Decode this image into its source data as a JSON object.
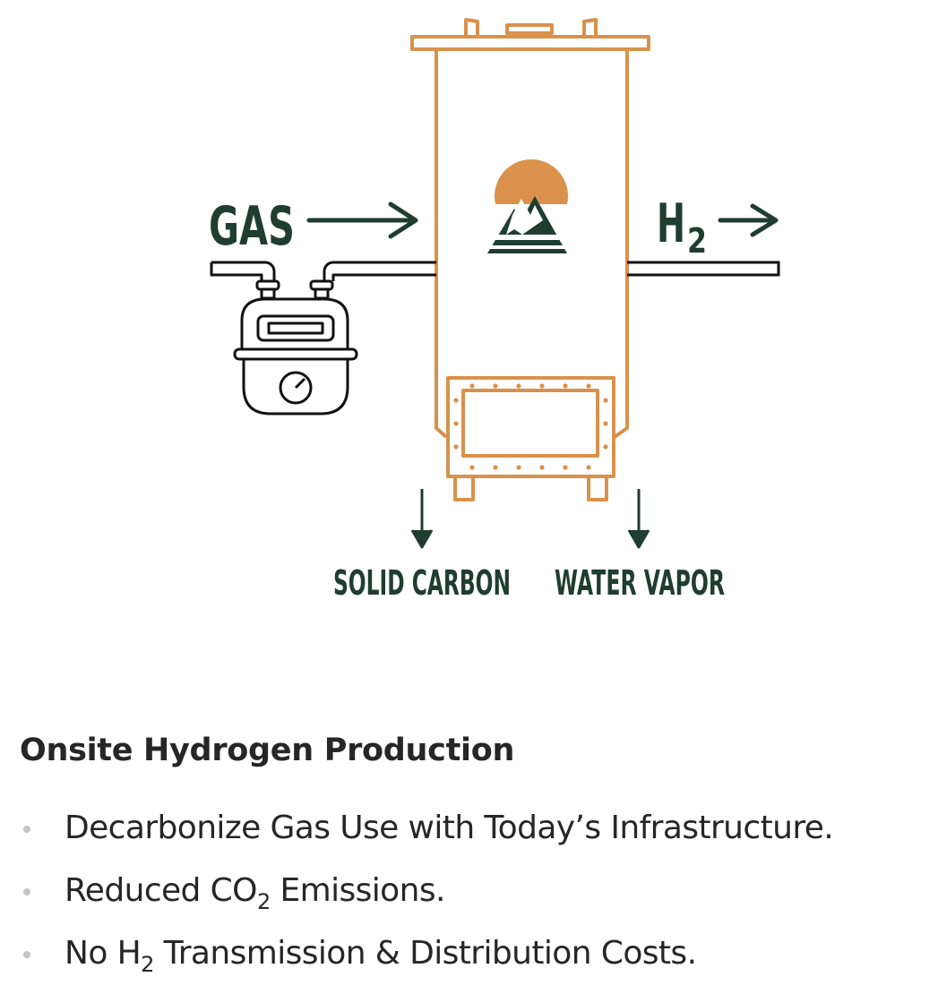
{
  "diagram": {
    "input_label": "GAS",
    "output_label": "H",
    "output_subscript": "2",
    "carbon_label": "SOLID CARBON",
    "vapor_label": "WATER VAPOR",
    "colors": {
      "reactor": "#d9914b",
      "dark_green": "#1f3d31",
      "line": "#111111",
      "sun": "#d9914b"
    },
    "icons": [
      "gas-meter-icon",
      "reactor-icon",
      "mountain-sun-logo-icon",
      "arrow-right-icon",
      "arrow-down-icon"
    ]
  },
  "info": {
    "title": "Onsite Hydrogen Production",
    "bullets": [
      {
        "text": "Decarbonize Gas Use with Today’s Infrastructure."
      },
      {
        "pre": "Reduced CO",
        "sub": "2",
        "post": " Emissions."
      },
      {
        "pre": "No H",
        "sub": "2",
        "post": " Transmission & Distribution Costs."
      }
    ]
  }
}
